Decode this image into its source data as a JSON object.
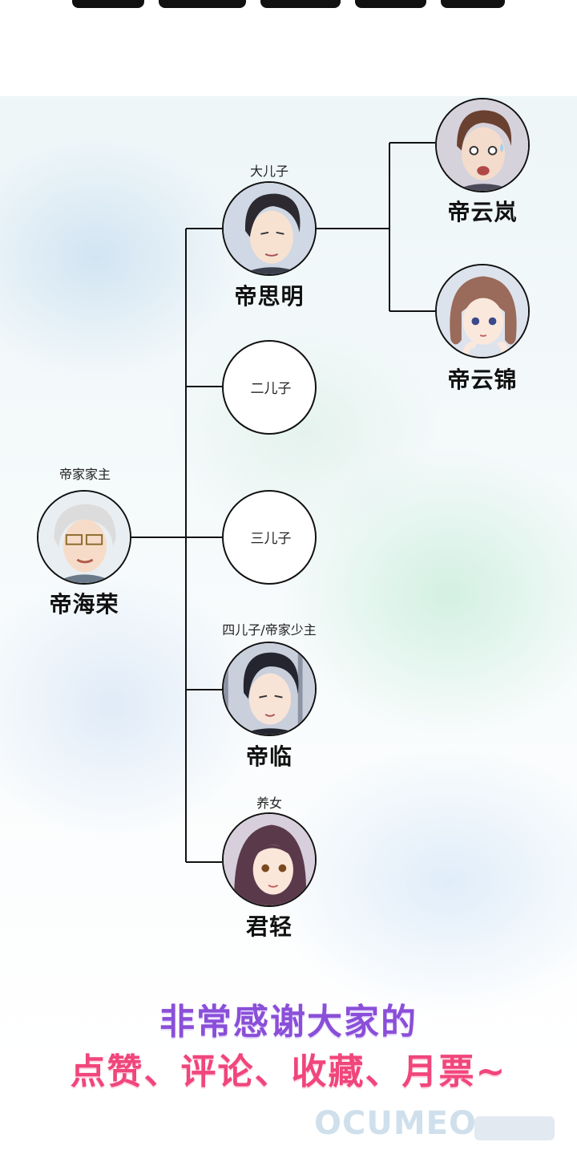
{
  "nodes": {
    "haironge": {
      "name": "帝海荣",
      "role": "帝家家主"
    },
    "siming": {
      "name": "帝思明",
      "role": "大儿子"
    },
    "second_son": {
      "label": "二儿子"
    },
    "third_son": {
      "label": "三儿子"
    },
    "lin": {
      "name": "帝临",
      "role": "四儿子/帝家少主"
    },
    "junqing": {
      "name": "君轻",
      "role": "养女"
    },
    "yunlan": {
      "name": "帝云岚"
    },
    "yunjin": {
      "name": "帝云锦"
    }
  },
  "thanks": {
    "line1": "非常感谢大家的",
    "line2": "点赞、评论、收藏、月票~"
  },
  "watermark": "OCUMEO",
  "colors": {
    "line": "#111111",
    "thanks_purple": "#8a4fd8",
    "thanks_pink": "#f0467c"
  }
}
